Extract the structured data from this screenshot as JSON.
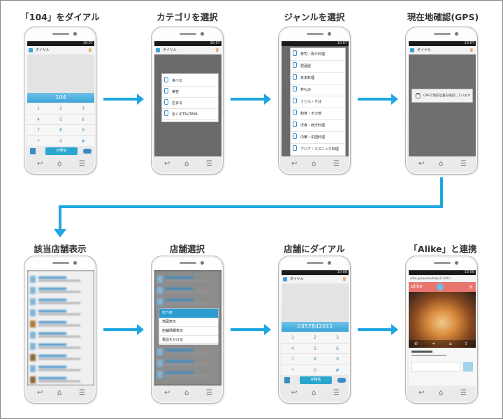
{
  "steps": [
    {
      "id": "dial",
      "title": "「104」をダイアル"
    },
    {
      "id": "category",
      "title": "カテゴリを選択"
    },
    {
      "id": "genre",
      "title": "ジャンルを選択"
    },
    {
      "id": "gps",
      "title": "現在地確認(GPS)"
    },
    {
      "id": "display",
      "title": "該当店舗表示"
    },
    {
      "id": "select",
      "title": "店舗選択"
    },
    {
      "id": "dialstore",
      "title": "店舗にダイアル"
    },
    {
      "id": "alike",
      "title": "「Alike」と連携"
    }
  ],
  "phone_common": {
    "status_time": "10:07",
    "status_time_dialstore": "10:08",
    "status_time_alike": "10:09",
    "app_title": "ダイヤル",
    "call_button": "IP発信"
  },
  "dial_screen": {
    "number": "104",
    "keys": [
      "1",
      "2",
      "3",
      "4",
      "5",
      "6",
      "7",
      "8",
      "9",
      "*",
      "0",
      "#"
    ]
  },
  "category_menu": [
    "食べる",
    "美容",
    "泊まる",
    "近くのTSUTAYA"
  ],
  "genre_menu": [
    "寿司・魚介料理",
    "居酒屋",
    "日本料理",
    "丼もの",
    "うどん・そば",
    "和食・その他",
    "洋食・西洋料理",
    "中華・中国料理",
    "アジア・エスニック料理"
  ],
  "gps_dialog": "GPSで現在位置を確認しています",
  "store_menu": {
    "header": "松乃家",
    "items": [
      "地図表示",
      "店舗情報表示",
      "電話をかける"
    ]
  },
  "dialstore_screen": {
    "number": "0357842011"
  },
  "alike_screen": {
    "url": "alike.jp/sp/area/tokyo/13001/",
    "logo": "alike"
  },
  "colors": {
    "arrow": "#1fa7e1",
    "accent": "#3aa3d8"
  }
}
